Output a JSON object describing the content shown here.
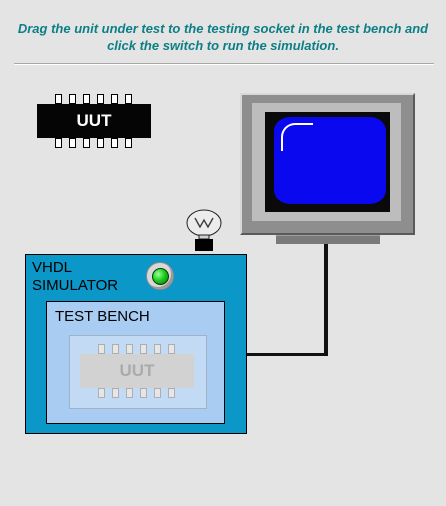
{
  "instructions": {
    "line1": "Drag the unit under test to the testing socket in the test bench and",
    "line2": "click the switch to run the simulation."
  },
  "uut": {
    "label": "UUT"
  },
  "simulator": {
    "label_line1": "VHDL",
    "label_line2": "SIMULATOR"
  },
  "test_bench": {
    "label": "TEST BENCH",
    "socket_label": "UUT"
  },
  "colors": {
    "instruction_text": "#0c7f86",
    "simulator_body": "#0b97c8",
    "test_bench": "#a8ccf2",
    "screen": "#0a08ef",
    "switch_led": "#1ed01e"
  },
  "icons": {
    "bulb": "light-bulb-icon",
    "switch": "green-switch-icon",
    "monitor": "monitor-icon"
  }
}
